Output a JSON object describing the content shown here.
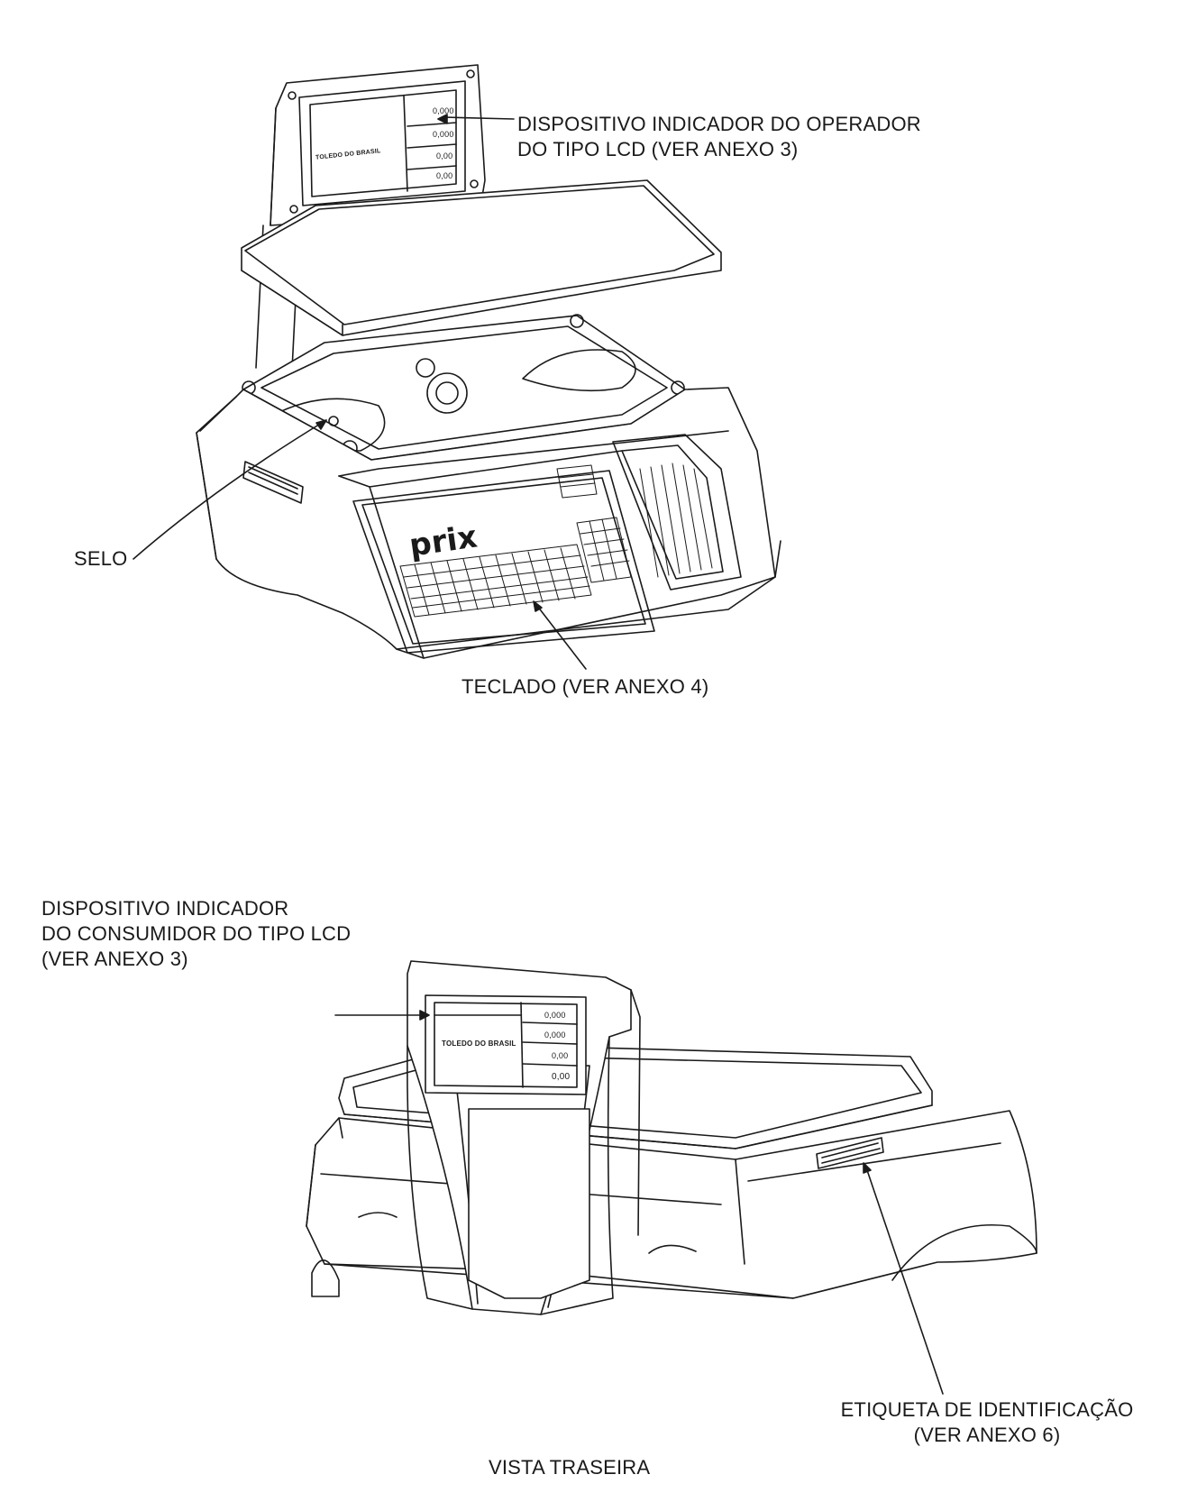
{
  "labels": {
    "operator_display": {
      "line1": "DISPOSITIVO INDICADOR  DO OPERADOR",
      "line2": "DO TIPO LCD (VER ANEXO 3)"
    },
    "seal": "SELO",
    "keyboard": "TECLADO (VER ANEXO 4)",
    "consumer_display": {
      "line1": "DISPOSITIVO INDICADOR",
      "line2": "DO CONSUMIDOR DO TIPO LCD",
      "line3": "(VER ANEXO 3)"
    },
    "id_label": {
      "line1": "ETIQUETA DE IDENTIFICAÇÃO",
      "line2": "(VER ANEXO 6)"
    },
    "rear_view": "VISTA TRASEIRA"
  },
  "scale": {
    "brand": "prix",
    "operator_lcd": {
      "name_text": "TOLEDO DO BRASIL",
      "values": [
        "0,000",
        "0,000",
        "0,00",
        "0,00"
      ]
    },
    "consumer_lcd": {
      "name_text": "TOLEDO DO BRASIL",
      "values": [
        "0,000",
        "0,000",
        "0,00",
        "0,00"
      ]
    }
  },
  "colors": {
    "line": "#1a1a1a",
    "background": "#ffffff"
  }
}
